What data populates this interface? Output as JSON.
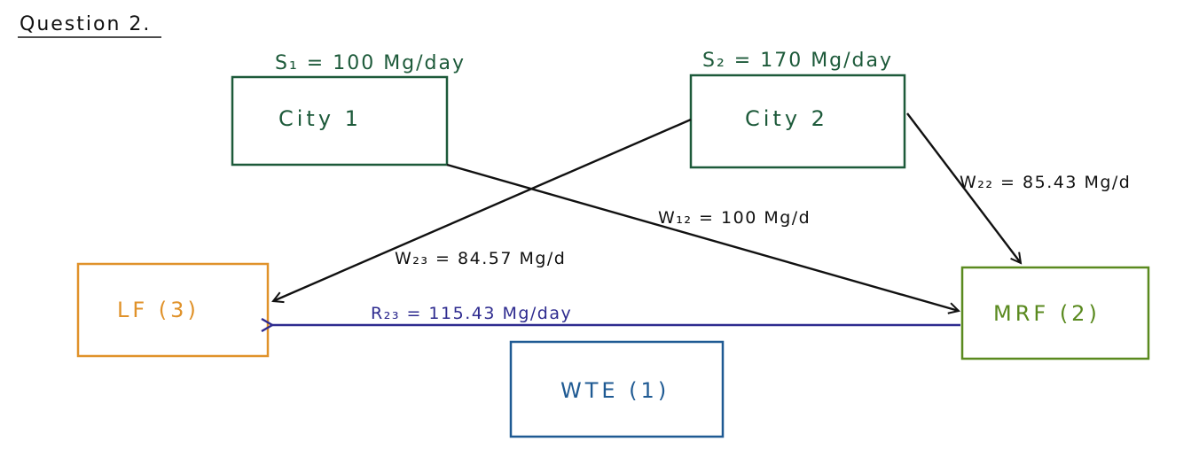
{
  "title": "Question 2.",
  "nodes": {
    "city1": {
      "label": "City 1",
      "supply": "S₁ = 100 Mg/day",
      "color": "#1d5a3a"
    },
    "city2": {
      "label": "City 2",
      "supply": "S₂ = 170 Mg/day",
      "color": "#1d5a3a"
    },
    "lf": {
      "label": "LF (3)",
      "color": "#e0922a"
    },
    "mrf": {
      "label": "MRF (2)",
      "color": "#5a8a1f"
    },
    "wte": {
      "label": "WTE (1)",
      "color": "#1f5a93"
    }
  },
  "flows": {
    "w12": "W₁₂ = 100 Mg/d",
    "w22": "W₂₂ = 85.43 Mg/d",
    "w23": "W₂₃ = 84.57 Mg/d",
    "r23": "R₂₃ = 115.43 Mg/day"
  },
  "colors": {
    "arrow": "#111111",
    "residue_arrow": "#2e2b8f"
  }
}
